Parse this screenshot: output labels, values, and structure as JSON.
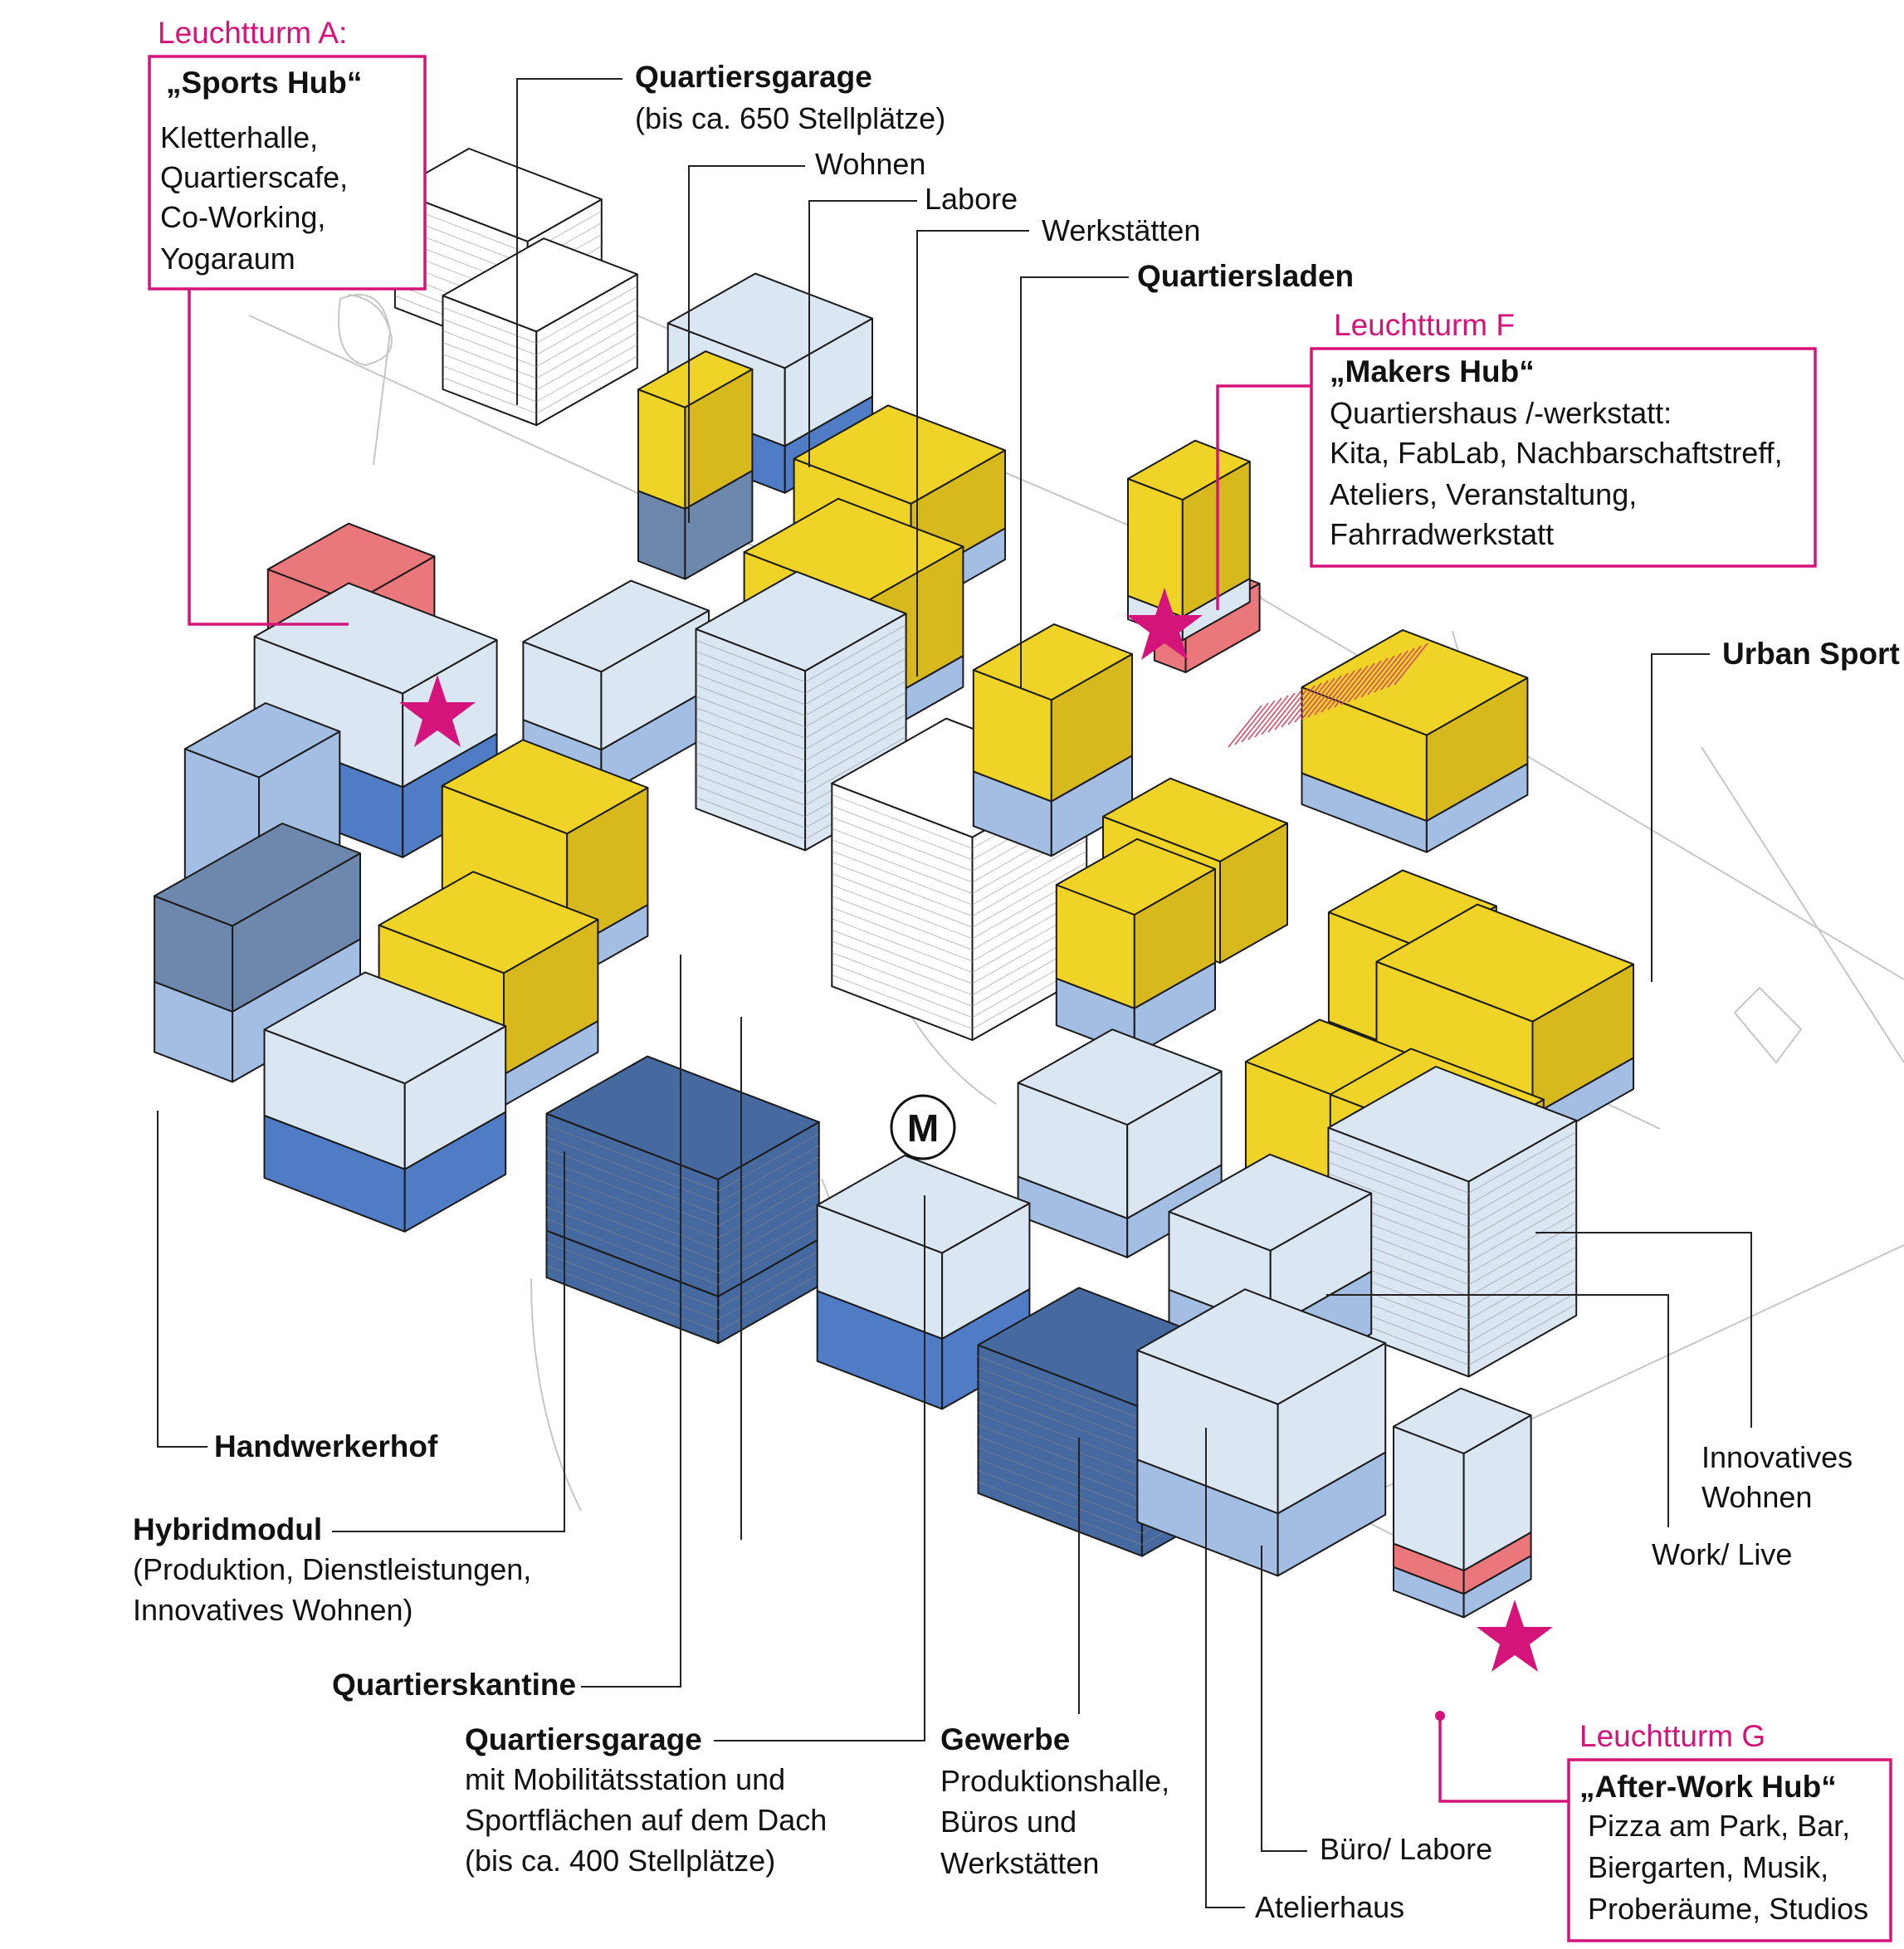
{
  "colors": {
    "yellow": "#efd326",
    "yellow_side": "#d8b91d",
    "light_blue": "#dbe6f3",
    "mid_blue": "#a4bee3",
    "blue": "#4f7cc4",
    "dark_blue": "#4669a0",
    "slate": "#6e88ad",
    "pink": "#e9777c",
    "magenta": "#d4147a",
    "white": "#ffffff"
  },
  "metro": {
    "letter": "M"
  },
  "leuchtturm_a": {
    "heading": "Leuchtturm A:",
    "title": "„Sports Hub“",
    "lines": [
      "Kletterhalle,",
      "Quartierscafe,",
      "Co-Working,",
      "Yogaraum"
    ]
  },
  "leuchtturm_f": {
    "heading": "Leuchtturm F",
    "title": "„Makers Hub“",
    "lines": [
      "Quartiershaus /-werkstatt:",
      "Kita, FabLab, Nachbarschaftstreff,",
      "Ateliers, Veranstaltung,",
      "Fahrradwerkstatt"
    ]
  },
  "leuchtturm_g": {
    "heading": "Leuchtturm G",
    "title": "„After-Work Hub“",
    "lines": [
      "Pizza am Park, Bar,",
      "Biergarten, Musik,",
      "Proberäume, Studios"
    ]
  },
  "labels": {
    "quartiersgarage_top": {
      "title": "Quartiersgarage",
      "sub": "(bis ca. 650 Stellplätze)"
    },
    "wohnen": "Wohnen",
    "labore": "Labore",
    "werkstaetten": "Werkstätten",
    "quartiersladen": "Quartiersladen",
    "urban_sport": "Urban Sport",
    "handwerkerhof": "Handwerkerhof",
    "hybridmodul": {
      "title": "Hybridmodul",
      "lines": [
        "(Produktion, Dienstleistungen,",
        "Innovatives Wohnen)"
      ]
    },
    "quartierskantine": "Quartierskantine",
    "quartiersgarage_bottom": {
      "title": "Quartiersgarage",
      "lines": [
        "mit Mobilitätsstation und",
        "Sportflächen auf dem Dach",
        "(bis ca. 400 Stellplätze)"
      ]
    },
    "gewerbe": {
      "title": "Gewerbe",
      "lines": [
        "Produktionshalle,",
        "Büros und",
        "Werkstätten"
      ]
    },
    "buero_labore": "Büro/ Labore",
    "atelierhaus": "Atelierhaus",
    "innovatives_wohnen": [
      "Innovatives",
      "Wohnen"
    ],
    "work_live": "Work/ Live"
  }
}
